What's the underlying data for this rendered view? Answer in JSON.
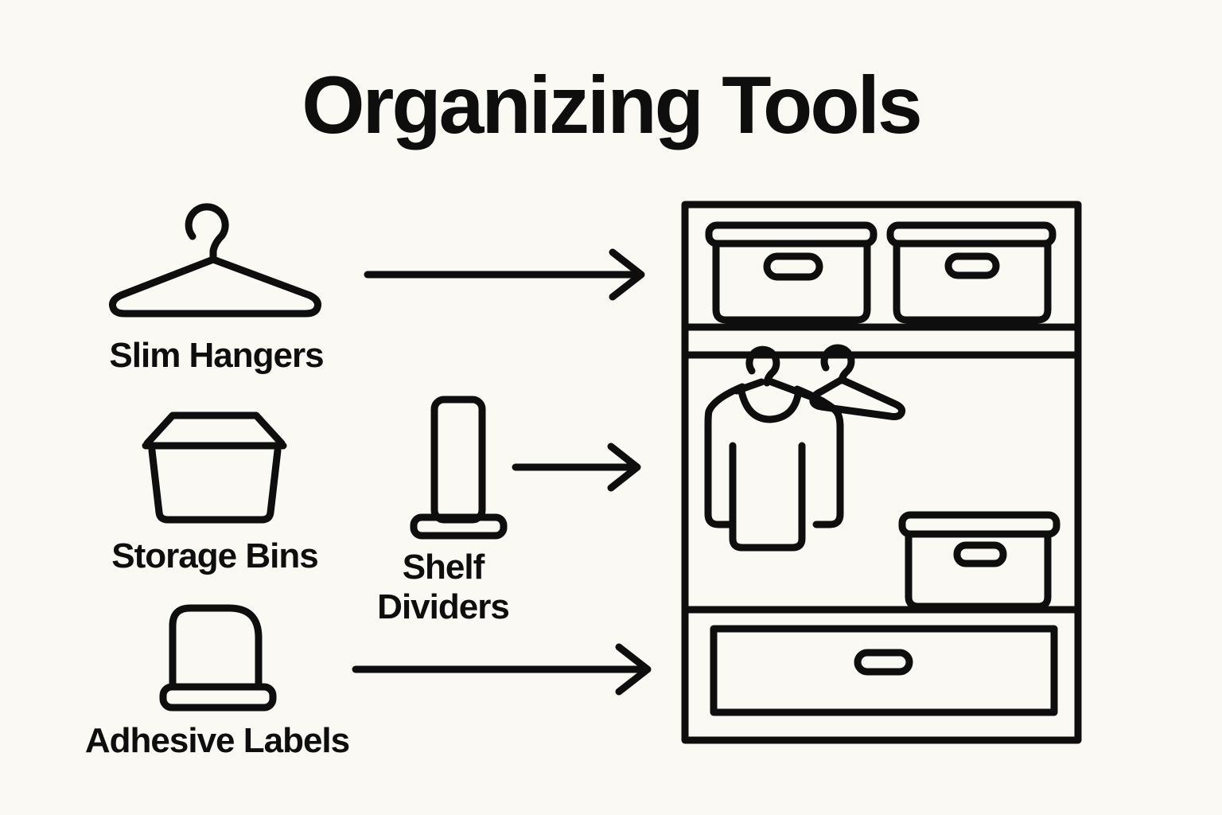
{
  "title": "Organizing Tools",
  "colors": {
    "background": "#FAF9F4",
    "ink": "#0E0E0E"
  },
  "legend": {
    "items": [
      {
        "id": "slim-hangers",
        "label": "Slim Hangers",
        "icon": "hanger-icon",
        "has_arrow_to_closet": true
      },
      {
        "id": "storage-bins",
        "label": "Storage Bins",
        "icon": "storage-bin-icon",
        "has_arrow_to_closet": false
      },
      {
        "id": "shelf-dividers",
        "label": "Shelf Dividers",
        "icon": "shelf-divider-icon",
        "has_arrow_to_closet": true
      },
      {
        "id": "adhesive-labels",
        "label": "Adhesive Labels",
        "icon": "adhesive-label-icon",
        "has_arrow_to_closet": true
      }
    ]
  },
  "closet": {
    "icon": "closet-icon",
    "top_shelf_contents": [
      "storage-bin-icon",
      "storage-bin-icon"
    ],
    "middle_section_contents": [
      "shirt-on-hanger-icon",
      "empty-hanger-icon",
      "storage-bin-icon"
    ],
    "bottom_section_contents": [
      "drawer-icon"
    ]
  },
  "arrows": [
    "arrow-right-icon",
    "arrow-right-icon",
    "arrow-right-icon"
  ]
}
